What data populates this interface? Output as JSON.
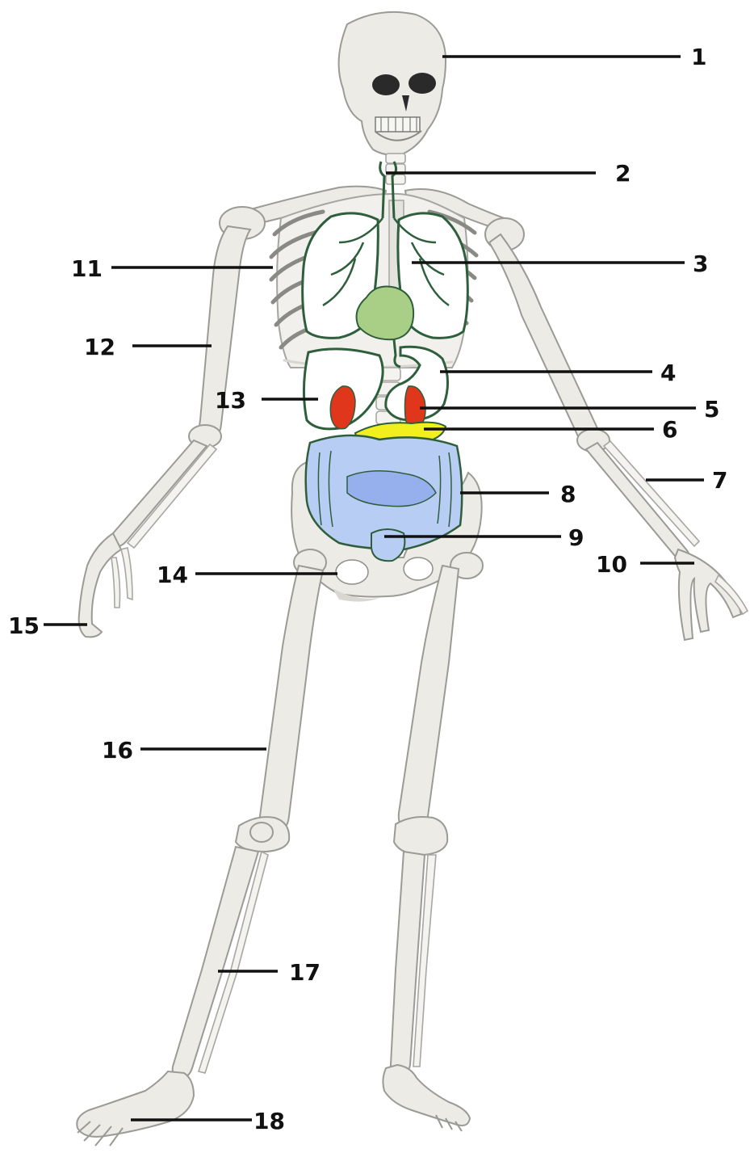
{
  "labels": [
    {
      "id": "1",
      "text": "1"
    },
    {
      "id": "2",
      "text": "2"
    },
    {
      "id": "3",
      "text": "3"
    },
    {
      "id": "4",
      "text": "4"
    },
    {
      "id": "5",
      "text": "5"
    },
    {
      "id": "6",
      "text": "6"
    },
    {
      "id": "7",
      "text": "7"
    },
    {
      "id": "8",
      "text": "8"
    },
    {
      "id": "9",
      "text": "9"
    },
    {
      "id": "10",
      "text": "10"
    },
    {
      "id": "11",
      "text": "11"
    },
    {
      "id": "12",
      "text": "12"
    },
    {
      "id": "13",
      "text": "13"
    },
    {
      "id": "14",
      "text": "14"
    },
    {
      "id": "15",
      "text": "15"
    },
    {
      "id": "16",
      "text": "16"
    },
    {
      "id": "17",
      "text": "17"
    },
    {
      "id": "18",
      "text": "18"
    }
  ],
  "colors": {
    "bone": "#ecebe6",
    "organ_outline": "#2e5e3c",
    "lungs": "#ffffff",
    "heart": "#a9cf86",
    "kidneys": "#e0361c",
    "pancreas": "#f2ef1f",
    "intestines": "#b8cdf3",
    "intestines_dark": "#95b0ec",
    "label_text": "#111111"
  }
}
